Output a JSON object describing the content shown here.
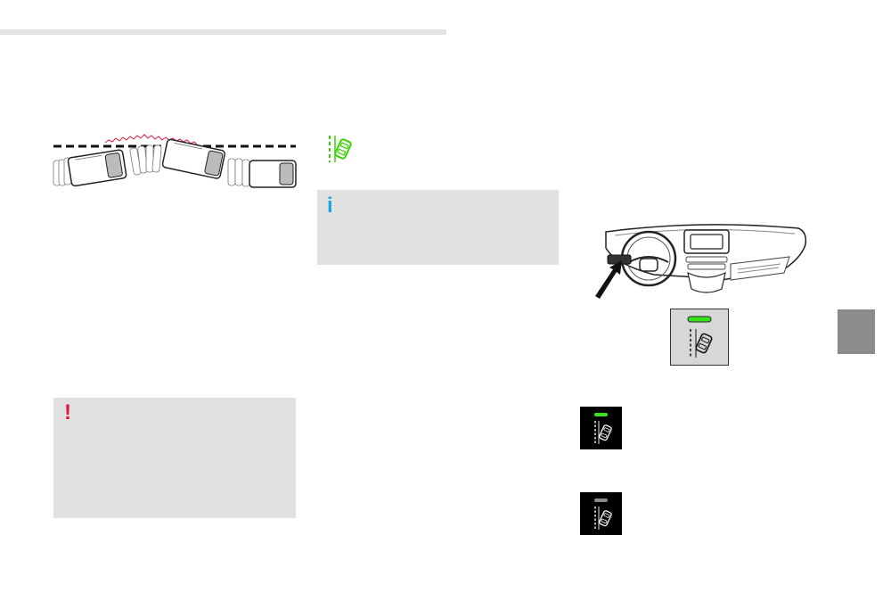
{
  "page": {
    "section_tab": "",
    "warning_box": {
      "icon": "exclamation-icon",
      "glyph": "!",
      "color": "#e2193f"
    },
    "info_box": {
      "icon": "info-icon",
      "glyph": "i",
      "color": "#1aa6e0"
    }
  },
  "illustrations": {
    "lane_drift": {
      "description_icon": "vans-crossing-lane-line"
    },
    "lane_keep_symbol": {
      "icon": "lane-keeping-assist-icon",
      "color": "#39d400"
    },
    "dashboard": {
      "icon": "dashboard-control-location",
      "indicator_color": "#39e31a"
    },
    "indicator_active": {
      "icon": "lane-assist-indicator-on-icon",
      "lamp_color": "#39e31a"
    },
    "indicator_inactive": {
      "icon": "lane-assist-indicator-off-icon",
      "lamp_color": "#8a8a8a"
    }
  },
  "colors": {
    "box_background": "#e1e1e1",
    "tab_background": "#8c8c8c",
    "rule": "#e3e3e3"
  }
}
